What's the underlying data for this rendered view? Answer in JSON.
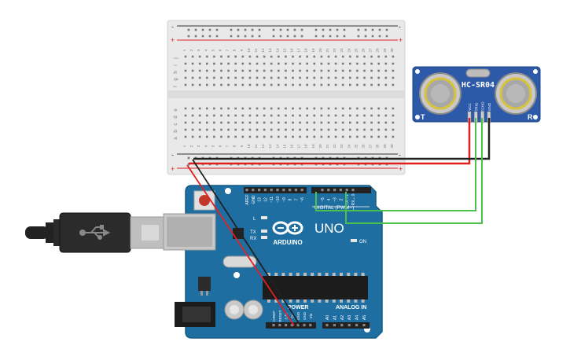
{
  "breadboard": {
    "rail_plus": "+",
    "rail_minus": "-",
    "rows_top": [
      "j",
      "i",
      "h",
      "g",
      "f"
    ],
    "rows_bottom": [
      "e",
      "d",
      "c",
      "b",
      "a"
    ],
    "columns": [
      "1",
      "2",
      "3",
      "4",
      "5",
      "6",
      "7",
      "8",
      "9",
      "10",
      "11",
      "12",
      "13",
      "14",
      "15",
      "16",
      "17",
      "18",
      "19",
      "20",
      "21",
      "22",
      "23",
      "24",
      "25",
      "26",
      "27",
      "28",
      "29",
      "30"
    ]
  },
  "sensor": {
    "model": "HC-SR04",
    "left_mark": "T",
    "right_mark": "R",
    "pins": [
      "VCC",
      "TRIG",
      "ECHO",
      "GND"
    ]
  },
  "arduino": {
    "logo_text": "ARDUINO",
    "model": "UNO",
    "digital_label": "DIGITAL (PWM~)",
    "power_label": "POWER",
    "analog_label": "ANALOG IN",
    "on_label": "ON",
    "led_l": "L",
    "led_tx": "TX",
    "led_rx": "RX",
    "header_labels_top": [
      "AREF",
      "GND",
      "13",
      "12",
      "~11",
      "~10",
      "~9",
      "8",
      "7",
      "~6",
      "~5",
      "4",
      "~3",
      "2",
      "TX→1",
      "RX←0"
    ],
    "power_pins": [
      "IOREF",
      "RESET",
      "3.3V",
      "5V",
      "GND",
      "GND",
      "Vin"
    ],
    "analog_pins": [
      "A0",
      "A1",
      "A2",
      "A3",
      "A4",
      "A5"
    ]
  },
  "colors": {
    "board_blue": "#1f6ea1",
    "board_dark": "#165a86",
    "wire_red": "#e02020",
    "wire_black": "#222222",
    "wire_green": "#4bc04b",
    "sensor_blue": "#2c5aa8",
    "rail_red": "#d22",
    "rail_blue": "#333"
  }
}
